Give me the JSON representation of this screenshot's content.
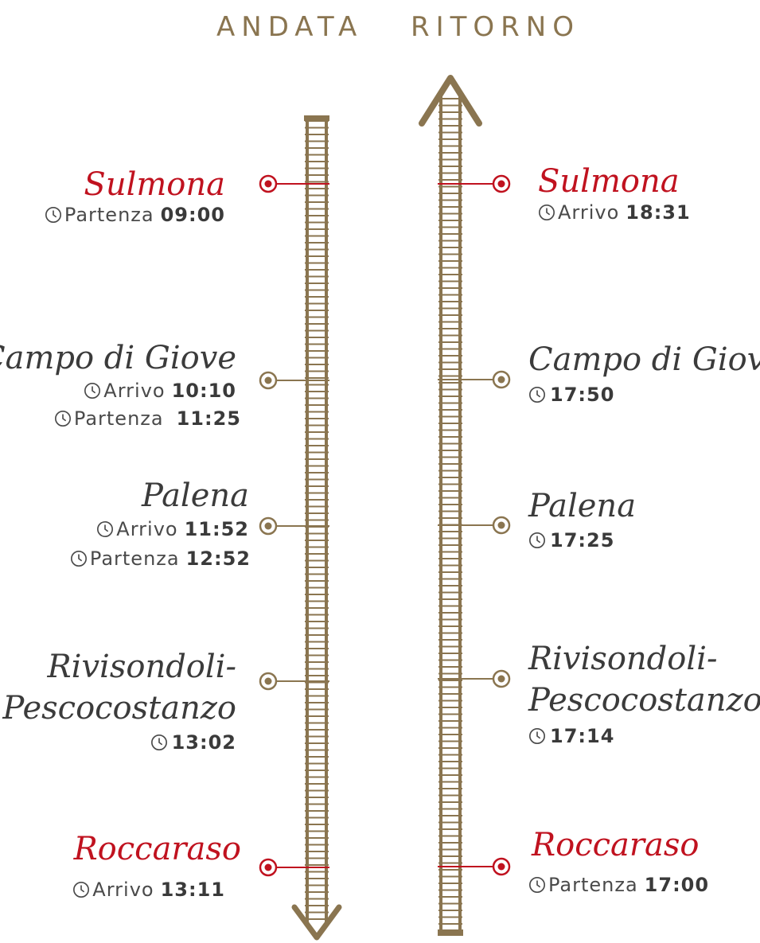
{
  "header": {
    "andata": "ANDATA",
    "ritorno": "RITORNO"
  },
  "colors": {
    "track": "#8a7550",
    "terminal": "#c0121f",
    "text": "#3b3b3b"
  },
  "andata": {
    "stations": [
      {
        "name": "Sulmona",
        "terminal": true,
        "times": [
          {
            "label": "Partenza",
            "time": "09:00"
          }
        ]
      },
      {
        "name": "Campo di Giove",
        "terminal": false,
        "times": [
          {
            "label": "Arrivo",
            "time": "10:10"
          },
          {
            "label": "Partenza",
            "time": "11:25"
          }
        ]
      },
      {
        "name": "Palena",
        "terminal": false,
        "times": [
          {
            "label": "Arrivo",
            "time": "11:52"
          },
          {
            "label": "Partenza",
            "time": "12:52"
          }
        ]
      },
      {
        "name_line1": "Rivisondoli-",
        "name_line2": "Pescocostanzo",
        "terminal": false,
        "times": [
          {
            "label": "",
            "time": "13:02"
          }
        ]
      },
      {
        "name": "Roccaraso",
        "terminal": true,
        "times": [
          {
            "label": "Arrivo",
            "time": "13:11"
          }
        ]
      }
    ]
  },
  "ritorno": {
    "stations": [
      {
        "name": "Sulmona",
        "terminal": true,
        "times": [
          {
            "label": "Arrivo",
            "time": "18:31"
          }
        ]
      },
      {
        "name": "Campo di Giove",
        "terminal": false,
        "times": [
          {
            "label": "",
            "time": "17:50"
          }
        ]
      },
      {
        "name": "Palena",
        "terminal": false,
        "times": [
          {
            "label": "",
            "time": "17:25"
          }
        ]
      },
      {
        "name_line1": "Rivisondoli-",
        "name_line2": "Pescocostanzo",
        "terminal": false,
        "times": [
          {
            "label": "",
            "time": "17:14"
          }
        ]
      },
      {
        "name": "Roccaraso",
        "terminal": true,
        "times": [
          {
            "label": "Partenza",
            "time": "17:00"
          }
        ]
      }
    ]
  }
}
